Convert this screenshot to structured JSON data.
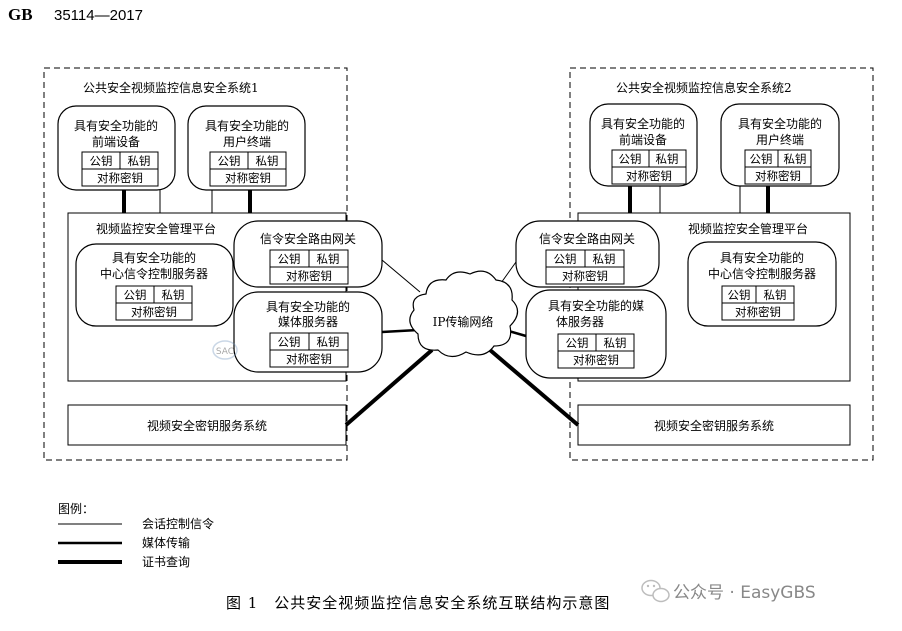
{
  "header": {
    "standard": "GB",
    "number": "35114—2017"
  },
  "system1": {
    "title": "公共安全视频监控信息安全系统1",
    "front_device": {
      "line1": "具有安全功能的",
      "line2": "前端设备",
      "pub": "公钥",
      "priv": "私钥",
      "sym": "对称密钥"
    },
    "user_terminal": {
      "line1": "具有安全功能的",
      "line2": "用户终端",
      "pub": "公钥",
      "priv": "私钥",
      "sym": "对称密钥"
    },
    "platform": {
      "title": "视频监控安全管理平台"
    },
    "center_server": {
      "line1": "具有安全功能的",
      "line2": "中心信令控制服务器",
      "pub": "公钥",
      "priv": "私钥",
      "sym": "对称密钥"
    },
    "gateway": {
      "line1": "信令安全路由网关",
      "pub": "公钥",
      "priv": "私钥",
      "sym": "对称密钥"
    },
    "media_server": {
      "line1": "具有安全功能的",
      "line2": "媒体服务器",
      "pub": "公钥",
      "priv": "私钥",
      "sym": "对称密钥"
    },
    "key_service": "视频安全密钥服务系统"
  },
  "system2": {
    "title": "公共安全视频监控信息安全系统2",
    "front_device": {
      "line1": "具有安全功能的",
      "line2": "前端设备",
      "pub": "公钥",
      "priv": "私钥",
      "sym": "对称密钥"
    },
    "user_terminal": {
      "line1": "具有安全功能的",
      "line2": "用户终端",
      "pub": "公钥",
      "priv": "私钥",
      "sym": "对称密钥"
    },
    "platform": {
      "title": "视频监控安全管理平台"
    },
    "center_server": {
      "line1": "具有安全功能的",
      "line2": "中心信令控制服务器",
      "pub": "公钥",
      "priv": "私钥",
      "sym": "对称密钥"
    },
    "gateway": {
      "line1": "信令安全路由网关",
      "pub": "公钥",
      "priv": "私钥",
      "sym": "对称密钥"
    },
    "media_server": {
      "line1": "具有安全功能的媒",
      "line2": "体服务器",
      "pub": "公钥",
      "priv": "私钥",
      "sym": "对称密钥"
    },
    "key_service": "视频安全密钥服务系统"
  },
  "network": "IP传输网络",
  "legend": {
    "title": "图例：",
    "items": [
      {
        "label": "会话控制信令",
        "style": "thin"
      },
      {
        "label": "媒体传输",
        "style": "medium"
      },
      {
        "label": "证书查询",
        "style": "thick"
      }
    ]
  },
  "caption": "图 1　公共安全视频监控信息安全系统互联结构示意图",
  "watermark": {
    "text": "公众号 · EasyGBS",
    "icon": "wechat-icon",
    "stamp": "SAC"
  }
}
